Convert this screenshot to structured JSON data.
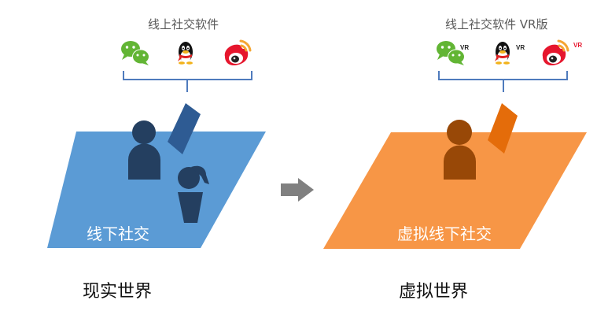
{
  "left_panel": {
    "title": "线上社交软件",
    "apps": [
      {
        "name": "WeChat",
        "icon": "wechat-icon"
      },
      {
        "name": "QQ",
        "icon": "qq-penguin-icon"
      },
      {
        "name": "Weibo",
        "icon": "weibo-icon"
      }
    ],
    "plane_label": "线下社交",
    "world_label": "现实世界",
    "colors": {
      "plane": "#5b9bd5",
      "figure": "#243f60",
      "phone": "#2e5b93",
      "bracket": "#4f7bbd"
    }
  },
  "arrow": {
    "icon": "right-arrow-icon",
    "color": "#808080"
  },
  "right_panel": {
    "title": "线上社交软件 VR版",
    "apps": [
      {
        "name": "WeChat",
        "icon": "wechat-icon",
        "tag": "VR"
      },
      {
        "name": "QQ",
        "icon": "qq-penguin-icon",
        "tag": "VR"
      },
      {
        "name": "Weibo",
        "icon": "weibo-icon",
        "tag": "VR"
      }
    ],
    "plane_label": "虚拟线下社交",
    "world_label": "虚拟世界",
    "colors": {
      "plane": "#f79646",
      "figure": "#984807",
      "phone": "#e46c0a",
      "bracket": "#4f7bbd"
    }
  }
}
